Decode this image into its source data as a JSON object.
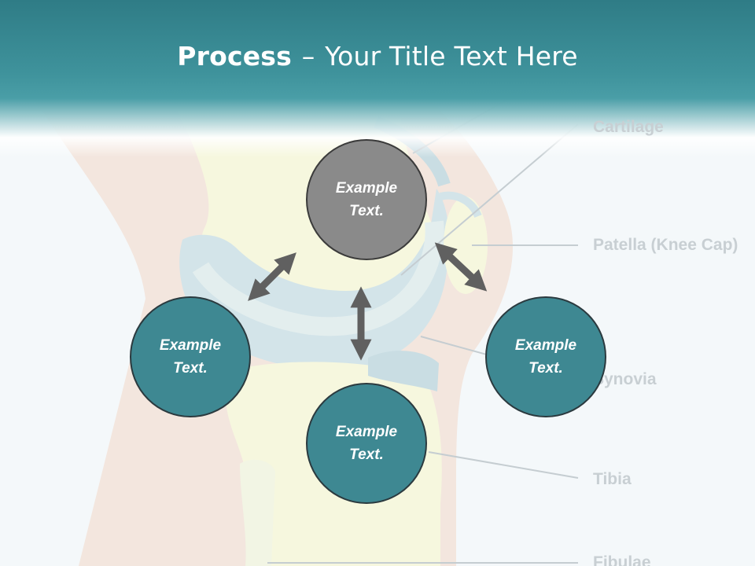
{
  "title": {
    "bold": "Process",
    "separator": "–",
    "rest": "Your Title Text Here"
  },
  "anatomy_labels": {
    "cartilage": "Cartilage",
    "patella": "Patella (Knee Cap)",
    "synovia": "Synovia",
    "tibia": "Tibia",
    "fibulae": "Fibulae"
  },
  "process_nodes": [
    {
      "line1": "Example",
      "line2": "Text.",
      "color": "#8a8a8a"
    },
    {
      "line1": "Example",
      "line2": "Text.",
      "color": "#3e8892"
    },
    {
      "line1": "Example",
      "line2": "Text.",
      "color": "#3e8892"
    },
    {
      "line1": "Example",
      "line2": "Text.",
      "color": "#3e8892"
    }
  ],
  "colors": {
    "banner": "#3f939c",
    "arrow": "#606060",
    "label": "#c8cfd3"
  }
}
